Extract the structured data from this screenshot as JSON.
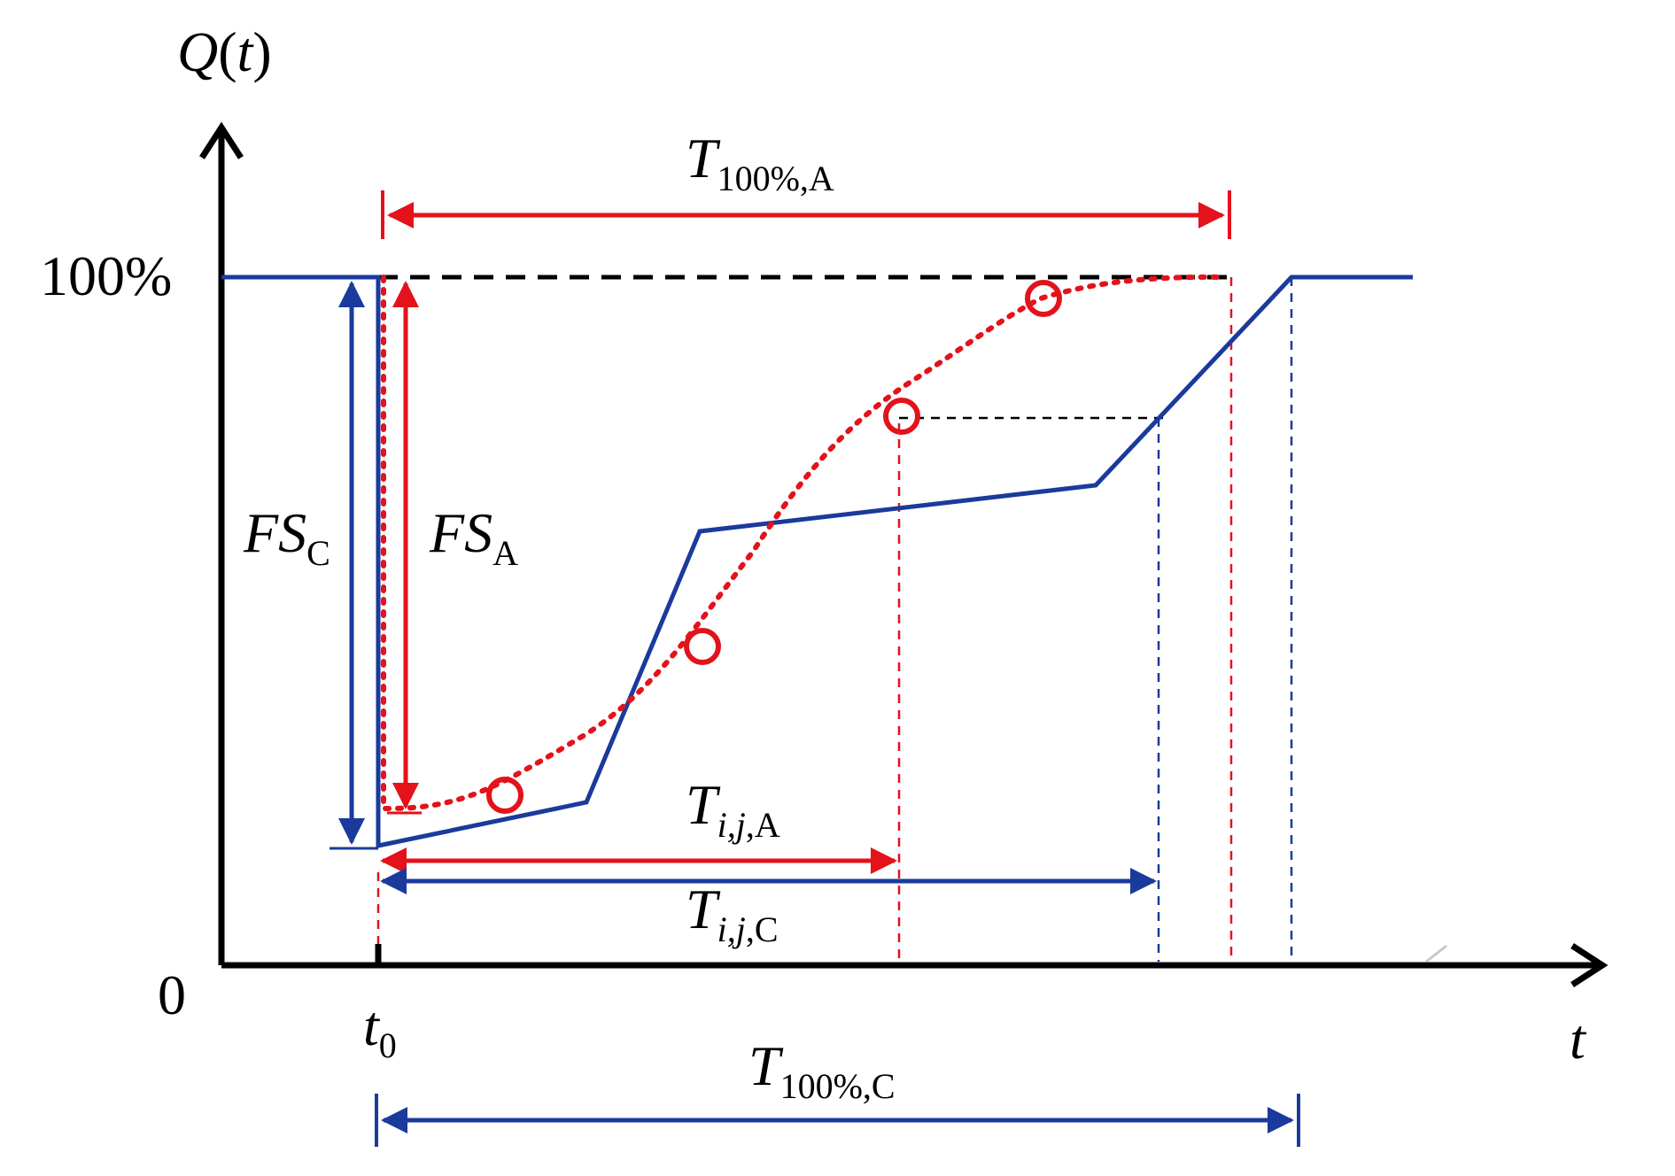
{
  "colors": {
    "blue": "#1a3a9c",
    "red": "#e3121b",
    "black": "#000000"
  },
  "axes": {
    "y_label": "Q(t)",
    "y_label_main": "Q",
    "y_label_paren_open": "(",
    "y_label_var": "t",
    "y_label_paren_close": ")",
    "x_label": "t",
    "y_tick_top": "100%",
    "origin": "0",
    "t0_main": "t",
    "t0_sub": "0"
  },
  "labels": {
    "T100A": {
      "main": "T",
      "sub": "100%,A"
    },
    "T100C": {
      "main": "T",
      "sub": "100%,C"
    },
    "TijA": {
      "main": "T",
      "sub_italic": "i,j",
      "sub_roman": ",A"
    },
    "TijC": {
      "main": "T",
      "sub_italic": "i,j",
      "sub_roman": ",C"
    },
    "FSA": {
      "main": "FS",
      "sub": "A"
    },
    "FSC": {
      "main": "FS",
      "sub": "C"
    }
  },
  "curves": {
    "C": {
      "name": "C",
      "style": "solid",
      "color": "blue",
      "shape": "piecewise-linear"
    },
    "A": {
      "name": "A",
      "style": "dotted",
      "color": "red",
      "shape": "s-curve",
      "markers": "open-circles"
    }
  }
}
